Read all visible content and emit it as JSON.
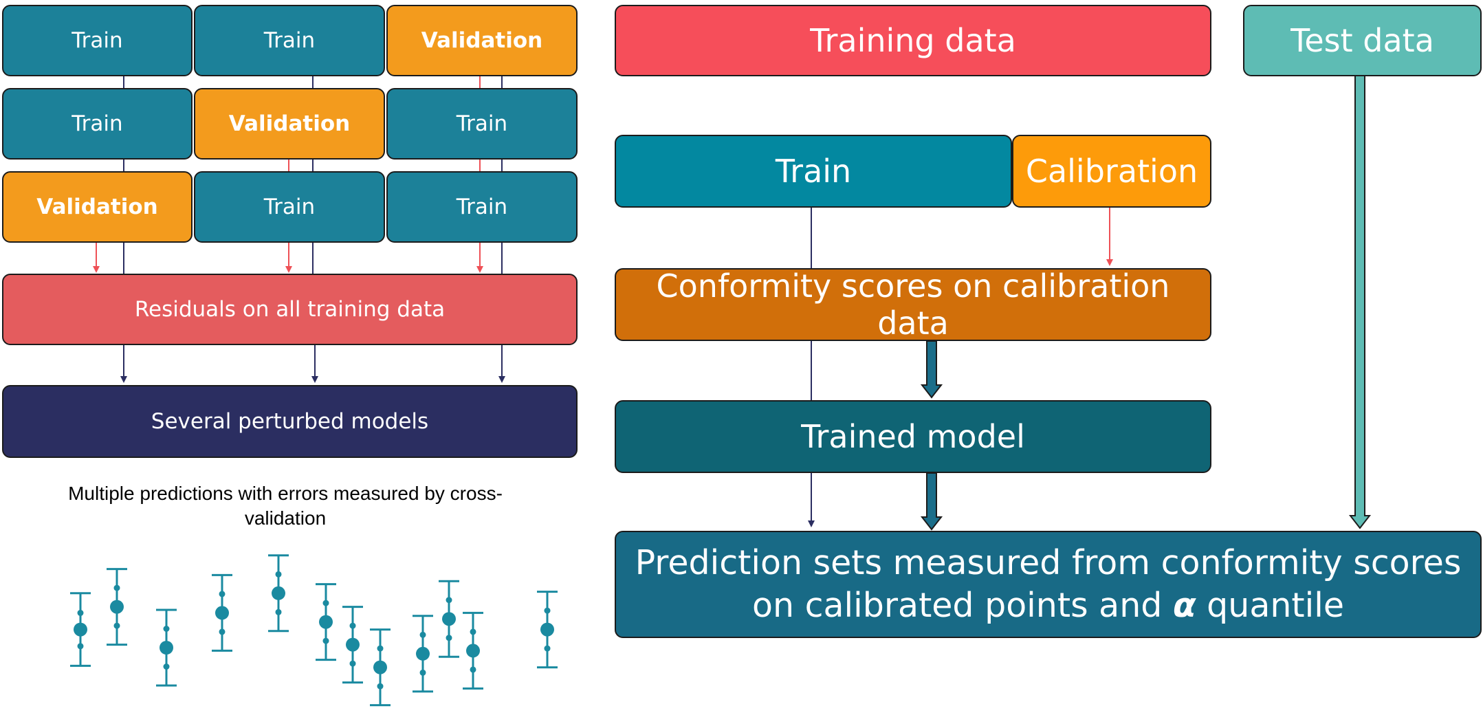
{
  "cross_validation": {
    "rows": [
      [
        "Train",
        "Train",
        "Validation"
      ],
      [
        "Train",
        "Validation",
        "Train"
      ],
      [
        "Validation",
        "Train",
        "Train"
      ]
    ],
    "residuals_label": "Residuals on all training data",
    "models_label": "Several perturbed models",
    "caption": "Multiple predictions with errors measured by cross-validation",
    "error_bars": [
      {
        "center": 0.52,
        "inner": 0.22,
        "outer": 0.48
      },
      {
        "center": 0.67,
        "inner": 0.25,
        "outer": 0.5
      },
      {
        "center": 0.4,
        "inner": 0.25,
        "outer": 0.5
      },
      {
        "center": 0.63,
        "inner": 0.25,
        "outer": 0.5
      },
      {
        "center": 0.76,
        "inner": 0.25,
        "outer": 0.5
      },
      {
        "center": 0.57,
        "inner": 0.25,
        "outer": 0.5
      },
      {
        "center": 0.42,
        "inner": 0.25,
        "outer": 0.5
      },
      {
        "center": 0.27,
        "inner": 0.25,
        "outer": 0.5
      },
      {
        "center": 0.36,
        "inner": 0.25,
        "outer": 0.5
      },
      {
        "center": 0.59,
        "inner": 0.25,
        "outer": 0.5
      },
      {
        "center": 0.38,
        "inner": 0.25,
        "outer": 0.5
      },
      {
        "center": 0.52,
        "inner": 0.25,
        "outer": 0.5
      }
    ]
  },
  "split_conformal": {
    "training_data": "Training data",
    "test_data": "Test data",
    "train": "Train",
    "calibration": "Calibration",
    "scores": "Conformity scores on calibration data",
    "model": "Trained model",
    "prediction_line1": "Prediction sets measured from conformity scores",
    "prediction_line2_before": "on calibrated points and ",
    "alpha_symbol": "α",
    "prediction_line2_after": " quantile"
  },
  "colors": {
    "train": "#1c8199",
    "validation": "#f39b1d",
    "residuals": "#e45c5e",
    "models": "#2b2e61",
    "training_data": "#f64e5a",
    "test_data": "#5ebcb4",
    "calibration": "#fd9b0a",
    "scores": "#d16f0a",
    "trained_model": "#0f6474",
    "prediction": "#186a86",
    "connector_navy": "#2b2e61",
    "connector_red": "#ee5056",
    "error_bar": "#1a8aa0"
  }
}
